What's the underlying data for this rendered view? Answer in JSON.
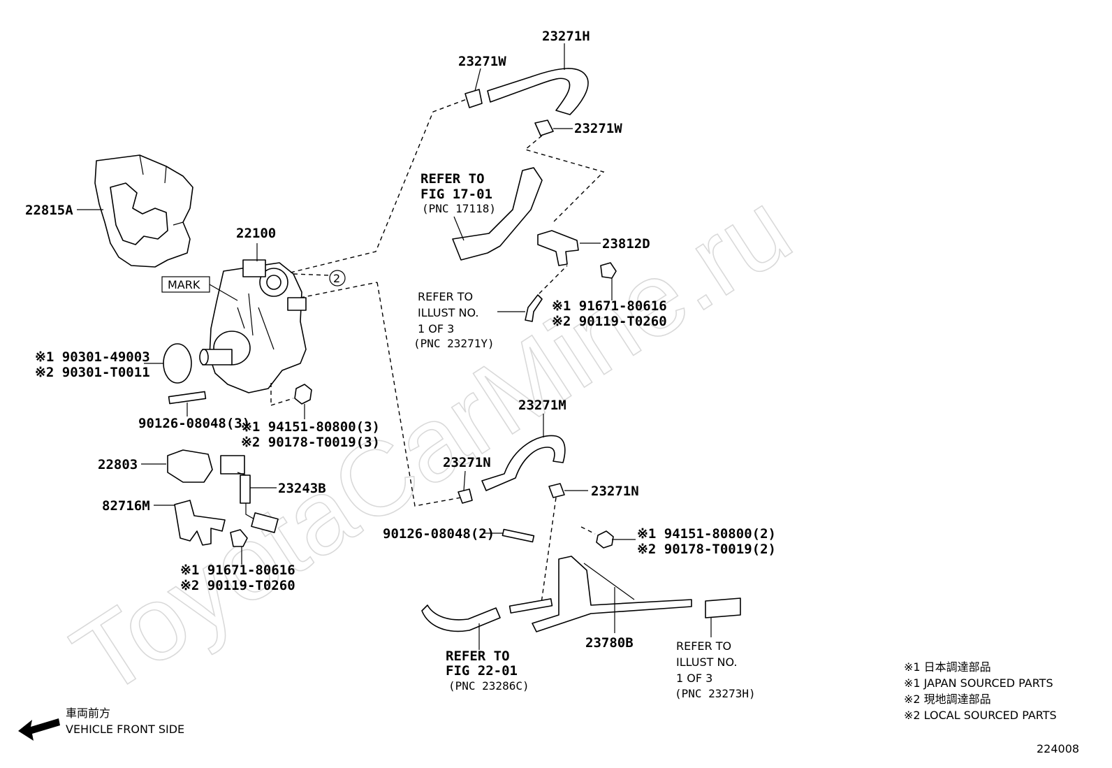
{
  "watermark": "ToyotaCarMine.ru",
  "parts": {
    "p22815A": "22815A",
    "p22100": "22100",
    "mark": "MARK",
    "circle_num": "2",
    "o_ring_1": "※1  90301-49003",
    "o_ring_2": "※2  90301-T0011",
    "stud_a": "90126-08048(3)",
    "nut_a_1": "※1 94151-80800(3)",
    "nut_a_2": "※2 90178-T0019(3)",
    "p22803": "22803",
    "p23243B": "23243B",
    "p82716M": "82716M",
    "bolt_a_1": "※1  91671-80616",
    "bolt_a_2": "※2  90119-T0260",
    "p23271H": "23271H",
    "p23271W_top": "23271W",
    "p23271W_right": "23271W",
    "refer_fig17_l1": "REFER TO",
    "refer_fig17_l2": "FIG 17-01",
    "refer_fig17_l3": "(PNC 17118)",
    "p23812D": "23812D",
    "refer_illust_a_l1": "REFER TO",
    "refer_illust_a_l2": "ILLUST NO.",
    "refer_illust_a_l3": "1 OF 3",
    "refer_illust_a_l4": "(PNC 23271Y)",
    "bolt_b_1": "※1  91671-80616",
    "bolt_b_2": "※2  90119-T0260",
    "p23271M": "23271M",
    "p23271N_left": "23271N",
    "p23271N_right": "23271N",
    "stud_b": "90126-08048(2)",
    "nut_b_1": "※1  94151-80800(2)",
    "nut_b_2": "※2  90178-T0019(2)",
    "p23780B": "23780B",
    "refer_fig22_l1": "REFER TO",
    "refer_fig22_l2": "FIG 22-01",
    "refer_fig22_l3": "(PNC 23286C)",
    "refer_illust_b_l1": "REFER TO",
    "refer_illust_b_l2": "ILLUST NO.",
    "refer_illust_b_l3": "1 OF 3",
    "refer_illust_b_l4": "(PNC 23273H)"
  },
  "legend": {
    "l1": "※1 日本調達部品",
    "l2": "※1 JAPAN SOURCED PARTS",
    "l3": "※2 現地調達部品",
    "l4": "※2 LOCAL SOURCED PARTS"
  },
  "direction": {
    "jp": "車両前方",
    "en": "VEHICLE FRONT SIDE"
  },
  "figure_id": "224008"
}
